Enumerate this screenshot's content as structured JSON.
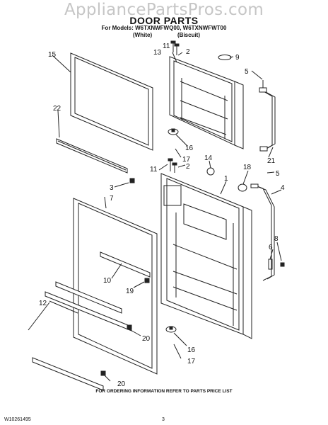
{
  "watermark": "AppliancePartsPros.com",
  "title": "DOOR PARTS",
  "models_line": "For Models: W6TXNWFWQ00, W6TXNWFWT00",
  "variants": [
    "(White)",
    "(Biscuit)"
  ],
  "callouts": [
    "15",
    "22",
    "11",
    "2",
    "13",
    "9",
    "5",
    "16",
    "17",
    "14",
    "21",
    "11",
    "2",
    "1",
    "18",
    "5",
    "3",
    "7",
    "4",
    "8",
    "6",
    "10",
    "19",
    "12",
    "20",
    "16",
    "17",
    "20"
  ],
  "footer": {
    "order_info": "FOR ORDERING INFORMATION REFER TO PARTS PRICE LIST",
    "doc_number": "W10261495",
    "page": "3"
  }
}
